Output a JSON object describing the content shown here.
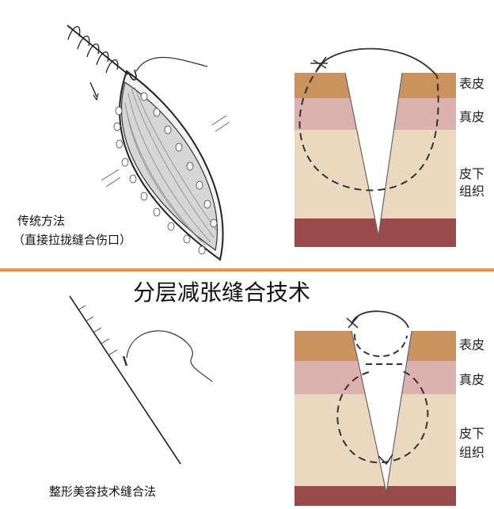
{
  "title": "分层减张缝合技术",
  "top_panel": {
    "caption_line1": "传统方法",
    "caption_line2": "（直接拉拢缝合伤口）",
    "layers": {
      "epidermis": "表皮",
      "dermis": "真皮",
      "subcutaneous_line1": "皮下",
      "subcutaneous_line2": "组织"
    }
  },
  "bottom_panel": {
    "caption": "整形美容技术缝合法",
    "layers": {
      "epidermis": "表皮",
      "dermis": "真皮",
      "subcutaneous_line1": "皮下",
      "subcutaneous_line2": "组织"
    }
  },
  "colors": {
    "epidermis": "#c9925f",
    "dermis": "#dcb2ae",
    "subcutaneous": "#ead8bf",
    "deep_layer": "#9a4a48",
    "divider": "#e8954a",
    "wound_tissue": "#d6d6d6",
    "suture": "#333333"
  }
}
